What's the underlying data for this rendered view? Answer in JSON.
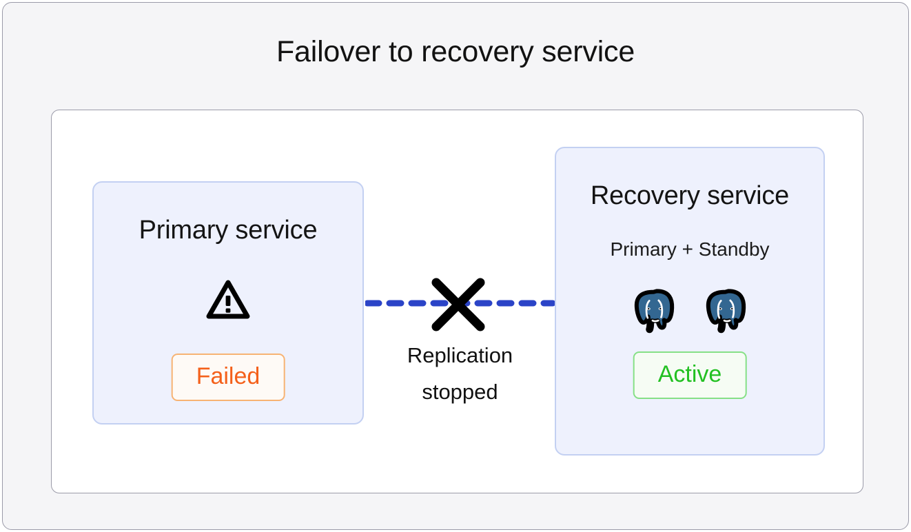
{
  "diagram": {
    "title": "Failover to recovery service",
    "colors": {
      "canvas_background": "#f5f5f7",
      "panel_background": "#ffffff",
      "frame_border": "#9a9aa8",
      "box_background": "#eef1fd",
      "box_border": "#c3d0f2",
      "replication_line": "#2b44c7",
      "failed_text": "#f4601a",
      "failed_border": "#f7b373",
      "active_text": "#22c022",
      "active_border": "#86e086",
      "postgres_blue": "#336791"
    },
    "primary_service": {
      "title": "Primary service",
      "icon": "warning-triangle-icon",
      "status": "Failed"
    },
    "recovery_service": {
      "title": "Recovery service",
      "subtitle": "Primary + Standby",
      "nodes": [
        {
          "icon": "postgres-elephant-icon",
          "role": "Primary"
        },
        {
          "icon": "postgres-elephant-icon",
          "role": "Standby"
        }
      ],
      "status": "Active"
    },
    "replication": {
      "icon": "cross-icon",
      "line_style": "dashed",
      "label_line_1": "Replication",
      "label_line_2": "stopped"
    }
  }
}
